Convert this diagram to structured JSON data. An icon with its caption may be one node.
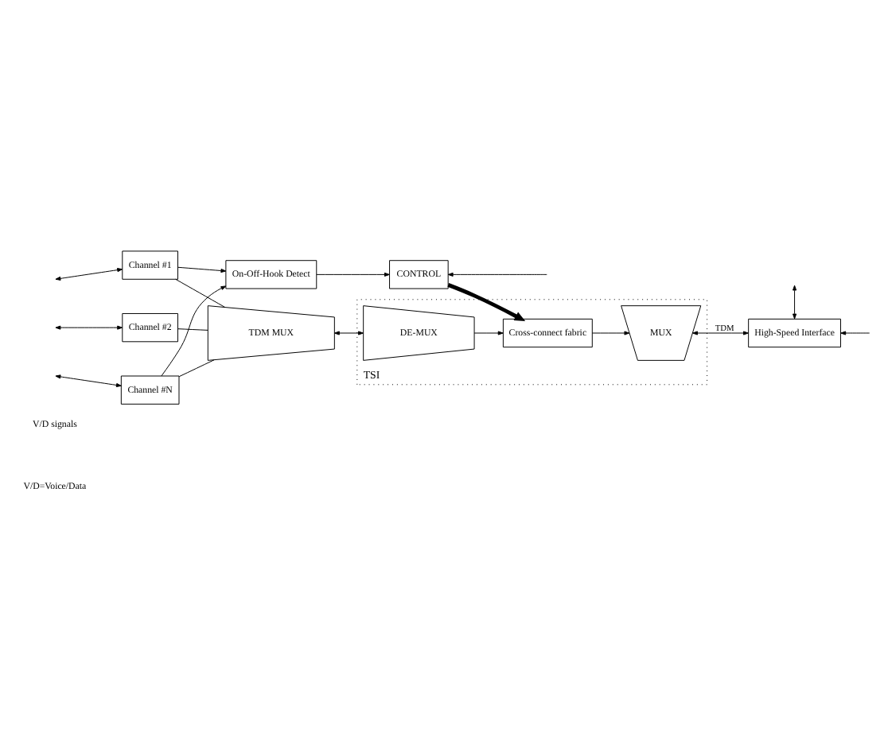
{
  "diagram": {
    "nodes": [
      {
        "text": [
          "On-Off-Hook Detect"
        ]
      },
      {
        "text": [
          "CONTROL"
        ]
      },
      {
        "text": [
          "TSI"
        ]
      },
      {
        "text": [
          "Channel #1"
        ]
      },
      {
        "text": [
          "Channel #2"
        ]
      },
      {
        "text": [
          "Channel #N"
        ]
      },
      {
        "text": [
          "TDM MUX"
        ]
      },
      {
        "text": [
          "DE-MUX"
        ],
        "in": 2
      },
      {
        "text": [
          "Cross-connect fabric"
        ],
        "in": 2
      },
      {
        "text": [
          "MUX"
        ],
        "in": 2
      },
      {
        "text": [
          "High-Speed Interface"
        ]
      }
    ],
    "edges": [
      {
        "from": null,
        "to": 3,
        "arrow": "both"
      },
      {
        "from": null,
        "to": 4,
        "arrow": "both"
      },
      {
        "from": null,
        "to": 5,
        "arrow": "both"
      },
      {
        "from": 3,
        "to": 0,
        "arrow": "to"
      },
      {
        "from": 5,
        "to": 0,
        "arrow": "to"
      },
      {
        "from": 3,
        "to": 6,
        "arrow": "none"
      },
      {
        "from": 4,
        "to": 6,
        "arrow": "none"
      },
      {
        "from": 5,
        "to": 6,
        "arrow": "none"
      },
      {
        "from": 6,
        "to": 7,
        "arrow": "both"
      },
      {
        "from": 0,
        "to": 1,
        "arrow": "to"
      },
      {
        "from": null,
        "to": 1,
        "arrow": "to"
      },
      {
        "from": 1,
        "to": 8,
        "arrow": "to",
        "style": "thick"
      },
      {
        "from": 7,
        "to": 8,
        "arrow": "to"
      },
      {
        "from": 8,
        "to": 9,
        "arrow": "to"
      },
      {
        "from": 9,
        "to": 10,
        "arrow": "both",
        "label": "TDM"
      },
      {
        "from": null,
        "to": 10,
        "arrow": "to"
      },
      {
        "from": 10,
        "to": null,
        "arrow": "both"
      }
    ],
    "labels": [
      "V/D signals",
      "V/D=Voice/Data"
    ]
  }
}
